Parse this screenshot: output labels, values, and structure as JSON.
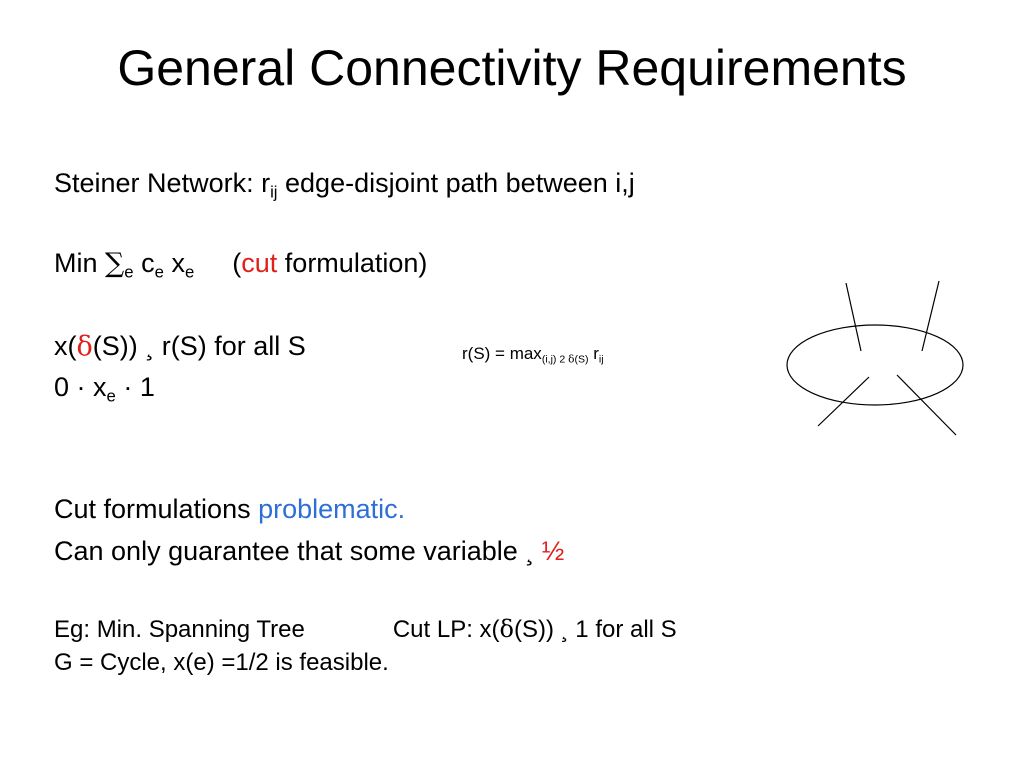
{
  "slide": {
    "title": "General Connectivity Requirements"
  },
  "steiner": {
    "prefix": "Steiner Network:  r",
    "sub": "ij",
    "suffix": " edge-disjoint path between i,j"
  },
  "objective": {
    "min": "Min ",
    "sigma": "∑",
    "sigma_sub": "e",
    "c": " c",
    "c_sub": "e",
    "x": " x",
    "x_sub": "e",
    "open_paren": "(",
    "cut": "cut",
    "formulation": " formulation)"
  },
  "constraint1": {
    "x_open": "x(",
    "delta": "δ",
    "s_part": "(S)) ",
    "geq": "¸",
    "r_part": " r(S)   for all S"
  },
  "rs_def": {
    "prefix": "r(S) =  max",
    "sub_start": "(i,j) 2 ",
    "sub_delta": "δ",
    "sub_end": "(S)",
    "r": "  r",
    "r_sub": "ij"
  },
  "constraint2": {
    "prefix": "0 · x",
    "sub": "e",
    "suffix": " · 1"
  },
  "problem": {
    "prefix": "Cut formulations ",
    "highlight": "problematic."
  },
  "guarantee": {
    "prefix": "Can only guarantee that some variable ",
    "geq": "¸",
    "half": " ½"
  },
  "example": {
    "label": "Eg: Min. Spanning Tree",
    "cutlp_prefix": "Cut LP:  x(",
    "delta": "δ",
    "cutlp_mid": "(S)) ",
    "geq": "¸",
    "cutlp_suffix": " 1   for all  S"
  },
  "cycle": {
    "text": "G = Cycle,  x(e) =1/2  is feasible."
  },
  "colors": {
    "red": "#e0201b",
    "blue": "#2d6fd6"
  }
}
